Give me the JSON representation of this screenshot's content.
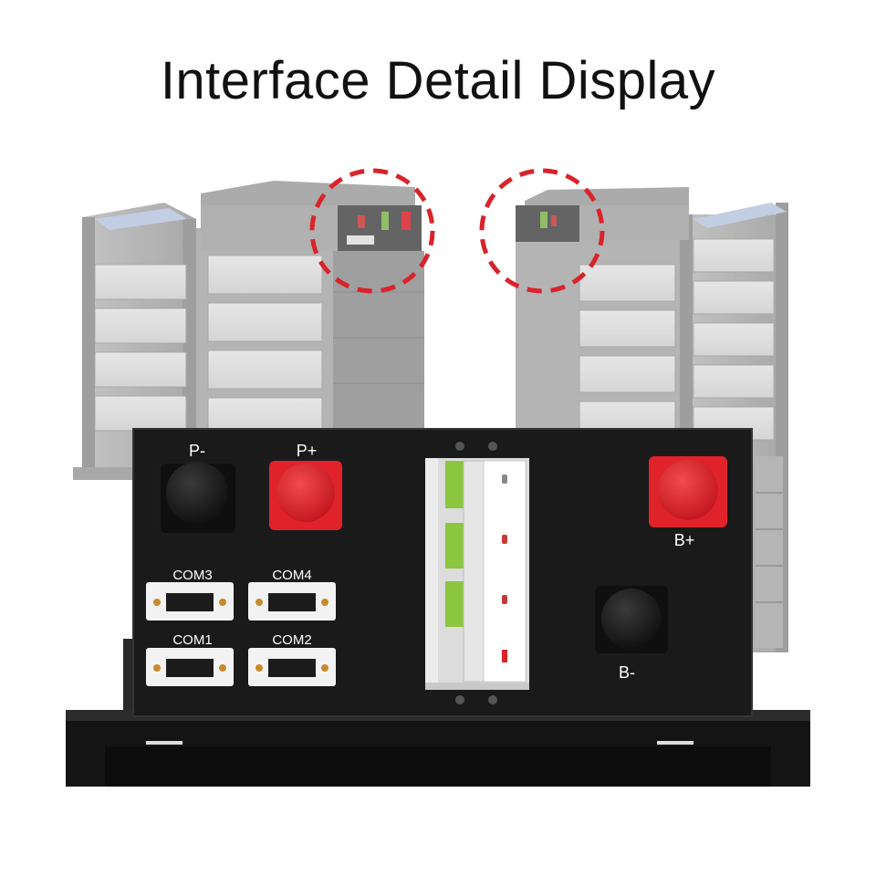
{
  "title": "Interface Detail Display",
  "labels": {
    "p_minus": "P-",
    "p_plus": "P+",
    "b_plus": "B+",
    "b_minus": "B-",
    "com1": "COM1",
    "com2": "COM2",
    "com3": "COM3",
    "com4": "COM4"
  },
  "colors": {
    "highlight_circle": "#d9232a",
    "connector_red": "#e0232b",
    "breaker_green": "#8cc63f",
    "panel": "#1a1a1a"
  }
}
